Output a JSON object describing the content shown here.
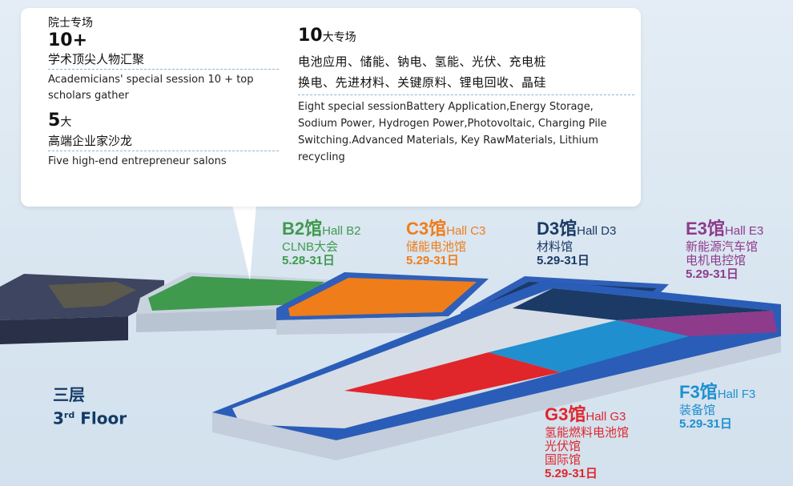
{
  "callout": {
    "academicians": {
      "label": "院士专场",
      "count": "10+",
      "zh": "学术顶尖人物汇聚",
      "en": "Academicians' special session 10 + top scholars gather"
    },
    "salons": {
      "count": "5",
      "count_unit": "大",
      "zh": "高端企业家沙龙",
      "en": "Five high-end entrepreneur salons"
    },
    "special": {
      "count": "10",
      "count_unit": "大专场",
      "zh_line1": "电池应用、储能、钠电、氢能、光伏、充电桩",
      "zh_line2": "换电、先进材料、关键原料、锂电回收、晶硅",
      "en": "Eight special sessionBattery Application,Energy Storage, Sodium Power, Hydrogen Power,Photovoltaic, Charging Pile Switching.Advanced Materials, Key RawMaterials, Lithium recycling"
    }
  },
  "halls": {
    "b2": {
      "code": "B2馆",
      "en": "Hall B2",
      "line1": "CLNB大会",
      "date": "5.28-31日",
      "color": "#3f9a4e"
    },
    "c3": {
      "code": "C3馆",
      "en": "Hall C3",
      "line1": "储能电池馆",
      "date": "5.29-31日",
      "color": "#ef7d1a"
    },
    "d3": {
      "code": "D3馆",
      "en": "Hall D3",
      "line1": "材料馆",
      "date": "5.29-31日",
      "color": "#1b3a66"
    },
    "e3": {
      "code": "E3馆",
      "en": "Hall E3",
      "line1": "新能源汽车馆",
      "line2": "电机电控馆",
      "date": "5.29-31日",
      "color": "#8e3b8c"
    },
    "f3": {
      "code": "F3馆",
      "en": "Hall F3",
      "line1": "装备馆",
      "date": "5.29-31日",
      "color": "#1f8fcf"
    },
    "g3": {
      "code": "G3馆",
      "en": "Hall G3",
      "line1": "氢能燃料电池馆",
      "line2": "光伏馆",
      "line3": "国际馆",
      "date": "5.29-31日",
      "color": "#e0262b"
    }
  },
  "floor": {
    "zh": "三层",
    "num": "3",
    "sup": "rd",
    "en": "Floor"
  }
}
